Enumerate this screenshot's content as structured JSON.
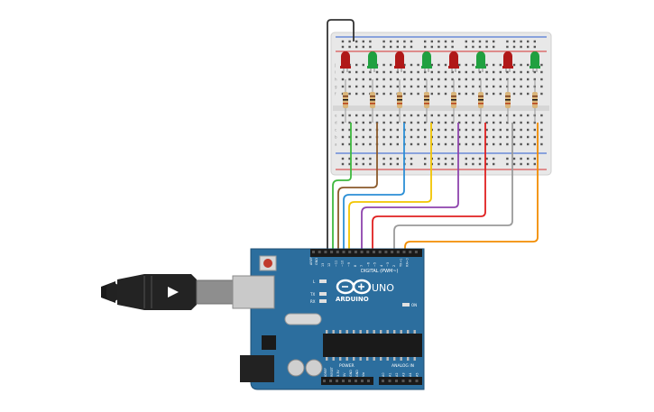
{
  "arduino": {
    "brand": "ARDUINO",
    "model": "UNO",
    "digital_label": "DIGITAL (PWM~)",
    "power_label": "POWER",
    "analog_label": "ANALOG IN",
    "on_label": "ON",
    "l_label": "L",
    "tx_label": "TX",
    "rx_label": "RX",
    "aref_label": "AREF",
    "gnd_label": "GND",
    "digital_pins": [
      "13",
      "12",
      "~11",
      "~10",
      "~9",
      "8",
      "7",
      "~6",
      "~5",
      "4",
      "~3",
      "2",
      "TX→1",
      "RX←0"
    ],
    "power_pins": [
      "IOREF",
      "RESET",
      "3.3V",
      "5V",
      "GND",
      "GND",
      "Vin"
    ],
    "analog_pins": [
      "A0",
      "A1",
      "A2",
      "A3",
      "A4",
      "A5"
    ]
  },
  "breadboard": {
    "row_letters_top": [
      "j",
      "i",
      "h",
      "g",
      "f"
    ],
    "row_letters_bottom": [
      "e",
      "d",
      "c",
      "b",
      "a"
    ]
  },
  "leds": [
    {
      "color": "red"
    },
    {
      "color": "green"
    },
    {
      "color": "red"
    },
    {
      "color": "green"
    },
    {
      "color": "red"
    },
    {
      "color": "green"
    },
    {
      "color": "red"
    },
    {
      "color": "green"
    }
  ],
  "wires": [
    {
      "pin": "GND",
      "color": "#333333"
    },
    {
      "pin": "13",
      "color": "#3fb83f"
    },
    {
      "pin": "12",
      "color": "#8b5a2b"
    },
    {
      "pin": "11",
      "color": "#2b8fd6"
    },
    {
      "pin": "10",
      "color": "#f2c500"
    },
    {
      "pin": "9",
      "color": "#8e44ad"
    },
    {
      "pin": "8",
      "color": "#e02020"
    },
    {
      "pin": "7",
      "color": "#9a9a9a"
    },
    {
      "pin": "6",
      "color": "#f28c00"
    }
  ],
  "colors": {
    "board": "#2c6e9e",
    "board_dark": "#1f4f73",
    "breadboard": "#e6e6e6",
    "led_red": "#b01818",
    "led_green": "#20a040"
  }
}
